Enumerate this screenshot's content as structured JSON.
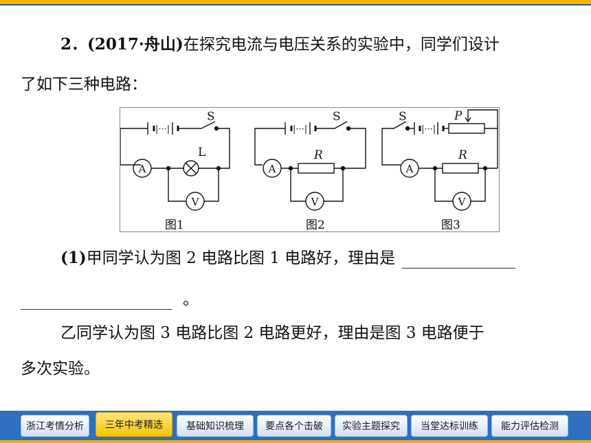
{
  "question": {
    "number": "2．",
    "source": "(2017·舟山)",
    "line1_text": "在探究电流与电压关系的实验中，同学们设计",
    "line2_text": "了如下三种电路："
  },
  "figure": {
    "labels": {
      "switch": "S",
      "lamp": "L",
      "resistor": "R",
      "rheostat": "P",
      "ammeter": "A",
      "voltmeter": "V",
      "battery": "|···|"
    },
    "captions": [
      "图1",
      "图2",
      "图3"
    ]
  },
  "part1": {
    "label": "(1)",
    "text": "甲同学认为图 2 电路比图 1 电路好，理由是",
    "end": "。"
  },
  "part2": {
    "line1": "乙同学认为图 3 电路比图 2 电路更好，理由是图 3 电路便于",
    "line2": "多次实验。"
  },
  "nav": {
    "tabs": [
      "浙江考情分析",
      "三年中考精选",
      "基础知识梳理",
      "要点各个击破",
      "实验主题探究",
      "当堂达标训练",
      "能力评估检测"
    ],
    "active_index": 1
  },
  "colors": {
    "accent": "#f2b400",
    "nav_blue": "#2e6fbf"
  }
}
